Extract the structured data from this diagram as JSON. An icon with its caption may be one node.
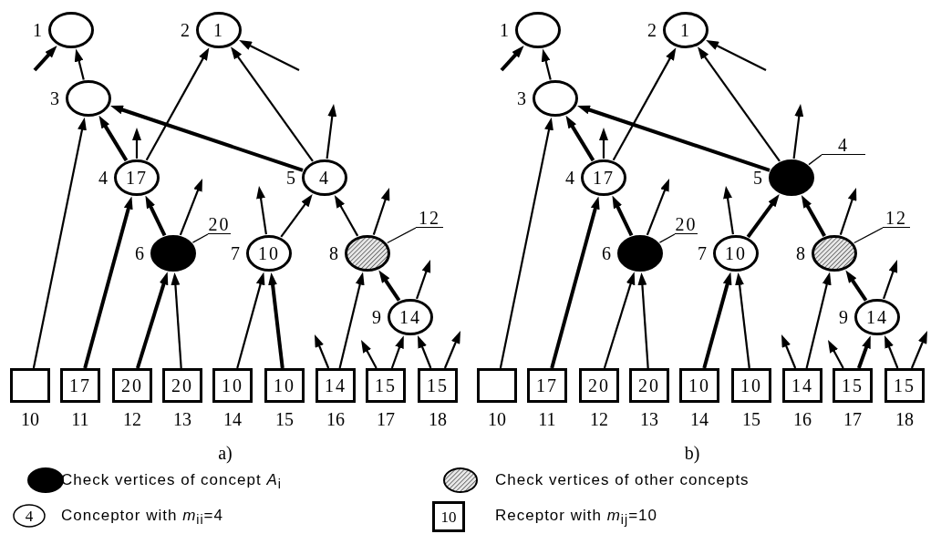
{
  "diagram": {
    "nodes": [
      {
        "text": [],
        "shape": "circle",
        "beside": [
          "1"
        ]
      },
      {
        "text": [
          "1"
        ],
        "beside": [
          "2"
        ]
      },
      {
        "text": [],
        "shape": "circle",
        "beside": [
          "3"
        ]
      },
      {
        "text": [
          "17"
        ],
        "beside": [
          "4"
        ]
      },
      {
        "text": [
          "4"
        ],
        "beside": [
          "5"
        ]
      },
      {
        "text": [],
        "shape": "circle",
        "beside": [
          "6"
        ]
      },
      {
        "text": [
          "10"
        ],
        "beside": [
          "7"
        ]
      },
      {
        "text": [],
        "shape": "circle",
        "beside": [
          "8"
        ]
      },
      {
        "text": [
          "14"
        ],
        "beside": [
          "9"
        ]
      },
      {
        "text": [],
        "shape": "box",
        "beside": [
          "10"
        ]
      },
      {
        "text": [
          "17"
        ],
        "beside": [
          "11"
        ]
      },
      {
        "text": [
          "20"
        ],
        "beside": [
          "12"
        ]
      },
      {
        "text": [
          "20"
        ],
        "beside": [
          "13"
        ]
      },
      {
        "text": [
          "10"
        ],
        "beside": [
          "14"
        ]
      },
      {
        "text": [
          "10"
        ],
        "beside": [
          "15"
        ]
      },
      {
        "text": [
          "14"
        ],
        "beside": [
          "16"
        ]
      },
      {
        "text": [
          "15"
        ],
        "beside": [
          "17"
        ]
      },
      {
        "text": [
          "15"
        ],
        "beside": [
          "18"
        ]
      },
      {
        "text": [],
        "shape": "circle",
        "beside": [
          "1"
        ]
      },
      {
        "text": [
          "1"
        ],
        "beside": [
          "2"
        ]
      },
      {
        "text": [],
        "shape": "circle",
        "beside": [
          "3"
        ]
      },
      {
        "text": [
          "17"
        ],
        "beside": [
          "4"
        ]
      },
      {
        "text": [],
        "shape": "circle",
        "beside": [
          "5"
        ]
      },
      {
        "text": [],
        "shape": "circle",
        "beside": [
          "6"
        ]
      },
      {
        "text": [
          "10"
        ],
        "beside": [
          "7"
        ]
      },
      {
        "text": [],
        "shape": "circle",
        "beside": [
          "8"
        ]
      },
      {
        "text": [
          "14"
        ],
        "beside": [
          "9"
        ]
      },
      {
        "text": [],
        "shape": "box",
        "beside": [
          "10"
        ]
      },
      {
        "text": [
          "17"
        ],
        "beside": [
          "11"
        ]
      },
      {
        "text": [
          "20"
        ],
        "beside": [
          "12"
        ]
      },
      {
        "text": [
          "20"
        ],
        "beside": [
          "13"
        ]
      },
      {
        "text": [
          "10"
        ],
        "beside": [
          "14"
        ]
      },
      {
        "text": [
          "10"
        ],
        "beside": [
          "15"
        ]
      },
      {
        "text": [
          "14"
        ],
        "beside": [
          "16"
        ]
      },
      {
        "text": [
          "15"
        ],
        "beside": [
          "17"
        ]
      },
      {
        "text": [
          "15"
        ],
        "beside": [
          "18"
        ]
      },
      {
        "text": [
          "20"
        ]
      },
      {
        "text": [
          "12"
        ]
      },
      {
        "text": [
          "4"
        ]
      },
      {
        "text": [
          "20"
        ]
      },
      {
        "text": [
          "12"
        ]
      }
    ],
    "edges": [
      {
        "from": 2,
        "to": 0,
        "arrow": "to"
      },
      {
        "from": null,
        "to": 0,
        "arrow": "to",
        "style": "thick"
      },
      {
        "from": 3,
        "to": 1,
        "arrow": "to"
      },
      {
        "from": 4,
        "to": 1,
        "arrow": "to"
      },
      {
        "from": null,
        "to": 1,
        "arrow": "to"
      },
      {
        "from": 3,
        "to": 2,
        "arrow": "to",
        "style": "thick"
      },
      {
        "from": 4,
        "to": 2,
        "arrow": "to",
        "style": "thick"
      },
      {
        "from": 9,
        "to": 2,
        "arrow": "to"
      },
      {
        "from": 3,
        "to": null,
        "arrow": "to"
      },
      {
        "from": 4,
        "to": null,
        "arrow": "to"
      },
      {
        "from": 10,
        "to": 3,
        "arrow": "to",
        "style": "thick"
      },
      {
        "from": 5,
        "to": 3,
        "arrow": "to",
        "style": "thick"
      },
      {
        "from": 5,
        "to": null,
        "arrow": "to"
      },
      {
        "from": 6,
        "to": null,
        "arrow": "to"
      },
      {
        "from": 6,
        "to": 4,
        "arrow": "to"
      },
      {
        "from": 7,
        "to": 4,
        "arrow": "to"
      },
      {
        "from": 7,
        "to": null,
        "arrow": "to"
      },
      {
        "from": 11,
        "to": 5,
        "arrow": "to",
        "style": "thick"
      },
      {
        "from": 12,
        "to": 5,
        "arrow": "to"
      },
      {
        "from": 13,
        "to": 6,
        "arrow": "to"
      },
      {
        "from": 14,
        "to": 6,
        "arrow": "to",
        "style": "thick"
      },
      {
        "from": 15,
        "to": 7,
        "arrow": "to"
      },
      {
        "from": 15,
        "to": null,
        "arrow": "to"
      },
      {
        "from": 8,
        "to": 7,
        "arrow": "to",
        "style": "thick"
      },
      {
        "from": 8,
        "to": null,
        "arrow": "to"
      },
      {
        "from": 16,
        "to": null,
        "arrow": "to"
      },
      {
        "from": 16,
        "to": 8,
        "arrow": "to"
      },
      {
        "from": 17,
        "to": 8,
        "arrow": "to"
      },
      {
        "from": 17,
        "to": null,
        "arrow": "to"
      },
      {
        "from": 20,
        "to": 18,
        "arrow": "to"
      },
      {
        "from": null,
        "to": 18,
        "arrow": "to",
        "style": "thick"
      },
      {
        "from": 21,
        "to": 19,
        "arrow": "to"
      },
      {
        "from": 22,
        "to": 19,
        "arrow": "to"
      },
      {
        "from": null,
        "to": 19,
        "arrow": "to"
      },
      {
        "from": 21,
        "to": 20,
        "arrow": "to",
        "style": "thick"
      },
      {
        "from": 22,
        "to": 20,
        "arrow": "to",
        "style": "thick"
      },
      {
        "from": 27,
        "to": 20,
        "arrow": "to"
      },
      {
        "from": 21,
        "to": null,
        "arrow": "to"
      },
      {
        "from": 22,
        "to": null,
        "arrow": "to"
      },
      {
        "from": 28,
        "to": 21,
        "arrow": "to",
        "style": "thick"
      },
      {
        "from": 23,
        "to": 21,
        "arrow": "to",
        "style": "thick"
      },
      {
        "from": 23,
        "to": null,
        "arrow": "to"
      },
      {
        "from": 24,
        "to": null,
        "arrow": "to"
      },
      {
        "from": 24,
        "to": 22,
        "arrow": "to",
        "style": "thick"
      },
      {
        "from": 25,
        "to": 22,
        "arrow": "to",
        "style": "thick"
      },
      {
        "from": 25,
        "to": null,
        "arrow": "to"
      },
      {
        "from": 29,
        "to": 23,
        "arrow": "to"
      },
      {
        "from": 30,
        "to": 23,
        "arrow": "to"
      },
      {
        "from": 31,
        "to": 24,
        "arrow": "to",
        "style": "thick"
      },
      {
        "from": 32,
        "to": 24,
        "arrow": "to"
      },
      {
        "from": 33,
        "to": 25,
        "arrow": "to"
      },
      {
        "from": 33,
        "to": null,
        "arrow": "to"
      },
      {
        "from": 26,
        "to": 25,
        "arrow": "to",
        "style": "thick"
      },
      {
        "from": 26,
        "to": null,
        "arrow": "to"
      },
      {
        "from": 34,
        "to": null,
        "arrow": "to"
      },
      {
        "from": 34,
        "to": 26,
        "arrow": "to",
        "style": "thick"
      },
      {
        "from": 35,
        "to": 26,
        "arrow": "to"
      },
      {
        "from": 35,
        "to": null,
        "arrow": "to"
      },
      {
        "from": 36,
        "to": 5,
        "arrow": "none"
      },
      {
        "from": 37,
        "to": 7,
        "arrow": "none"
      },
      {
        "from": 38,
        "to": 22,
        "arrow": "none"
      },
      {
        "from": 39,
        "to": 23,
        "arrow": "none"
      },
      {
        "from": 40,
        "to": 25,
        "arrow": "none"
      }
    ],
    "labels": [
      "a)",
      "b)",
      "4",
      "10"
    ],
    "legend": [
      {
        "text": "Check vertices of concept *A*$_{i}$"
      },
      {
        "text": "Check vertices of other concepts"
      },
      {
        "text": "Conceptor with *m*$_{ii}$=4"
      },
      {
        "text": "Receptor with *m*$_{ij}$=10"
      }
    ]
  }
}
